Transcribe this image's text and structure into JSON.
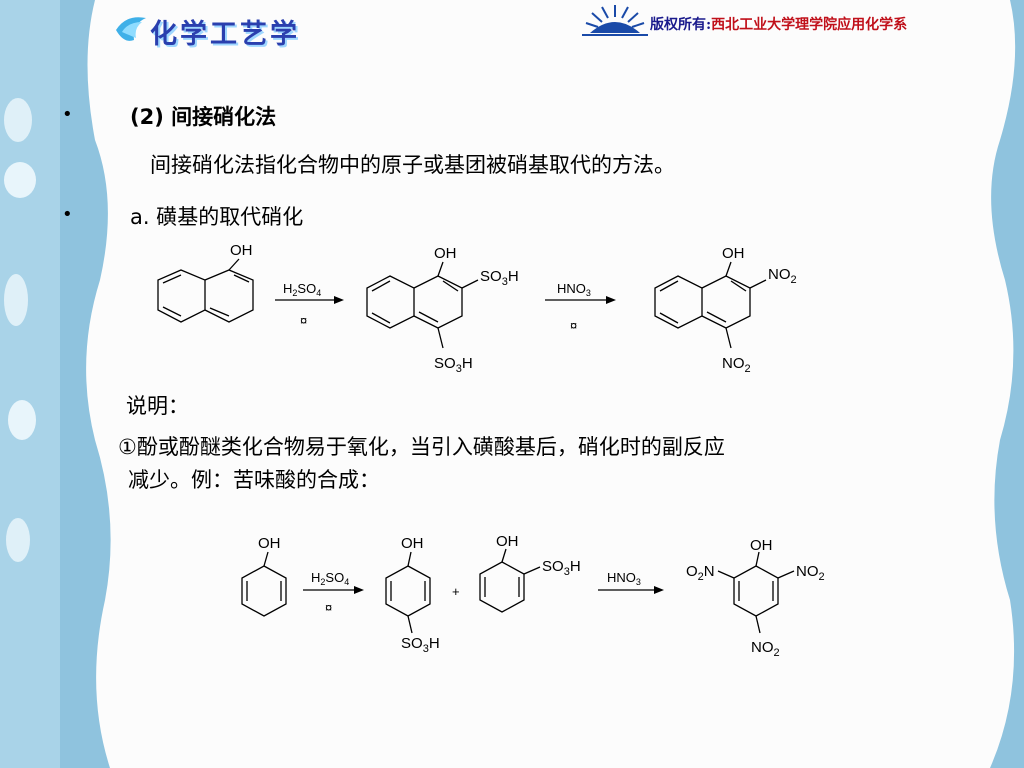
{
  "header": {
    "logo_title": "化学工艺学",
    "copyright_label": "版权所有:",
    "copyright_owner": "西北工业大学理学院应用化学系"
  },
  "bullets": [
    {
      "marker": "•",
      "text": "(2) 间接硝化法"
    },
    {
      "marker": "•",
      "text": "a. 磺基的取代硝化"
    }
  ],
  "definition": "间接硝化法指化合物中的原子或基团被硝基取代的方法。",
  "note": {
    "label": "说明：",
    "line1": "①酚或酚醚类化合物易于氧化，当引入磺酸基后，硝化时的副反应",
    "line2": "减少。例：苦味酸的合成："
  },
  "reaction1": {
    "reagent1": "H2SO4",
    "reagent2": "HNO3",
    "condition_mark": "¤",
    "labels": {
      "oh": "OH",
      "so3h": "SO3H",
      "no2": "NO2"
    }
  },
  "reaction2": {
    "reagent1": "H2SO4",
    "reagent2": "HNO3",
    "condition_mark": "¤",
    "plus": "+",
    "labels": {
      "oh": "OH",
      "so3h": "SO3H",
      "no2": "NO2",
      "o2n": "O2N"
    }
  },
  "colors": {
    "slide_bg": "#ffffff",
    "frame": "#7fb8d6",
    "title": "#2a3fae",
    "copyright_red": "#c0101a"
  }
}
